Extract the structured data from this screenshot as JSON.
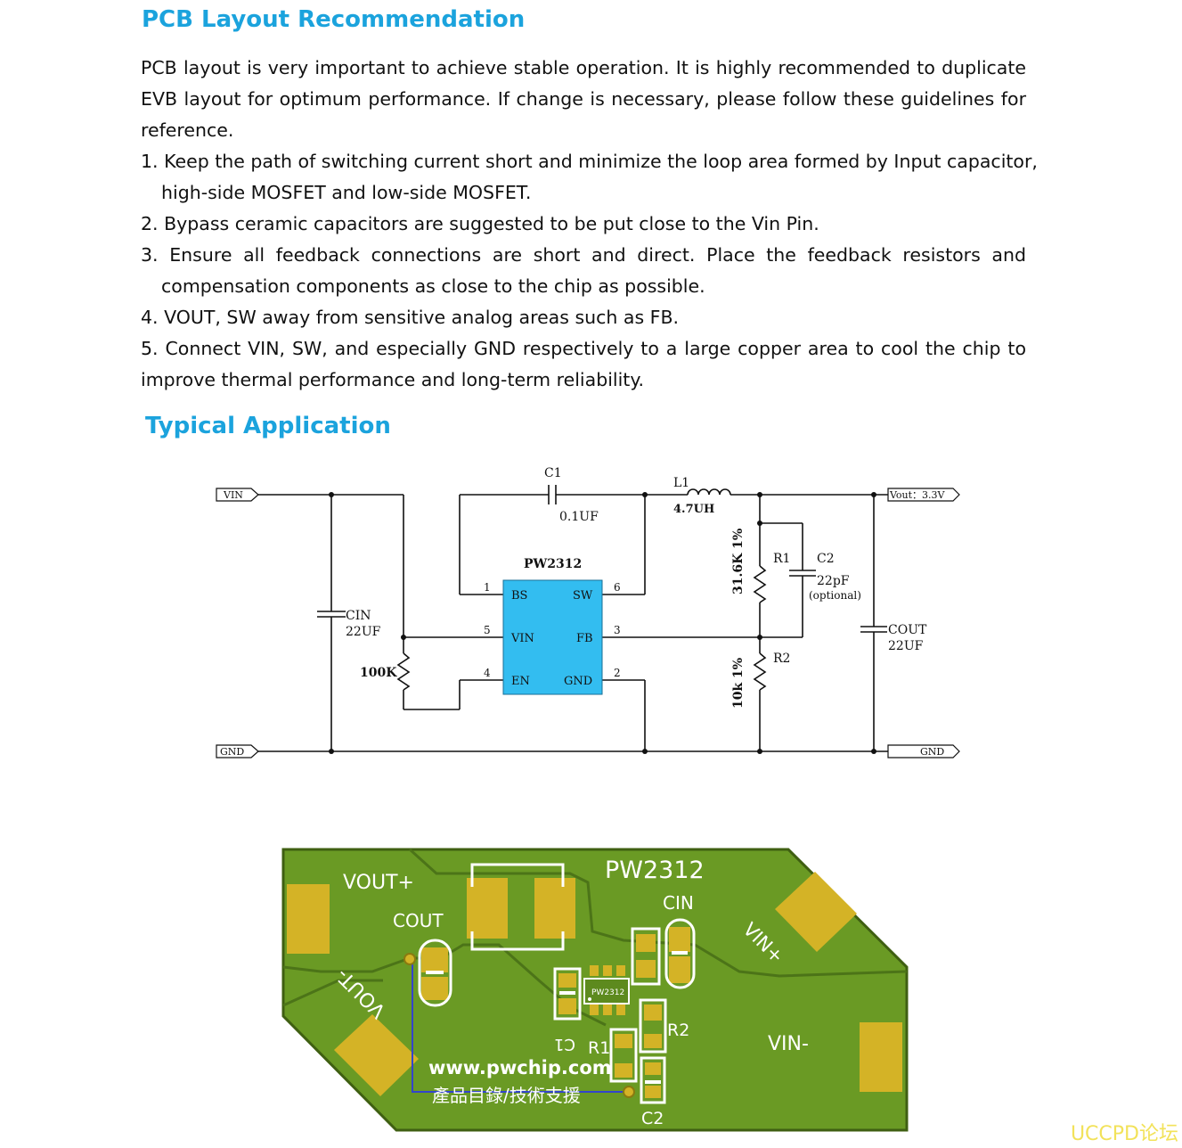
{
  "pcb_section": {
    "title": "PCB Layout Recommendation",
    "intro": "PCB layout is very important to achieve stable operation. It is highly recommended to duplicate EVB layout for optimum performance. If change is necessary, please follow these guidelines for reference.",
    "item1_line1": "1. Keep the path of switching current short and minimize the loop area formed by Input capacitor,",
    "item1_line2": "high-side MOSFET and low-side MOSFET.",
    "item2": "2. Bypass ceramic capacitors are suggested to be put close to the Vin Pin.",
    "item3_line1": "3. Ensure all feedback connections are short and direct. Place the feedback resistors and",
    "item3_line2": "compensation components as close to the chip as possible.",
    "item4": "4. VOUT, SW away from sensitive analog areas such as FB.",
    "item5": "5. Connect VIN, SW, and especially GND respectively to a large copper area to cool the chip to improve thermal performance and long-term reliability."
  },
  "application_section": {
    "title": "Typical Application"
  },
  "schematic": {
    "vin_port": "VIN",
    "gnd_port_left": "GND",
    "vout_port": "Vout：3.3V",
    "gnd_port_right": "GND",
    "c1_ref": "C1",
    "c1_value": "0.1UF",
    "l1_ref": "L1",
    "l1_value": "4.7UH",
    "chip_name": "PW2312",
    "pin_bs": "BS",
    "pin_sw": "SW",
    "pin_vin": "VIN",
    "pin_fb": "FB",
    "pin_en": "EN",
    "pin_gnd": "GND",
    "pin_num_1": "1",
    "pin_num_6": "6",
    "pin_num_5": "5",
    "pin_num_3": "3",
    "pin_num_4": "4",
    "pin_num_2": "2",
    "cin_ref": "CIN",
    "cin_value": "22UF",
    "r_en_value": "100K",
    "r1_ref": "R1",
    "r1_value": "31.6K 1%",
    "c2_ref": "C2",
    "c2_value": "22pF",
    "c2_note": "(optional)",
    "r2_ref": "R2",
    "r2_value": "10k 1%",
    "cout_ref": "COUT",
    "cout_value": "22UF"
  },
  "pcb": {
    "vout_plus": "VOUT+",
    "vout_minus": "VOUT-",
    "cout": "COUT",
    "chip_name": "PW2312",
    "cin": "CIN",
    "vin_plus": "VIN+",
    "vin_minus": "VIN-",
    "c1": "C1",
    "r1": "R1",
    "r2": "R2",
    "c2": "C2",
    "chip_mark": "PW2312",
    "website": "www.pwchip.com",
    "chinese_text": "產品目錄/技術支援",
    "board_color": "#6a9a24",
    "pad_color": "#d4b326"
  },
  "watermark": "UCCPD论坛",
  "colors": {
    "heading": "#1ba3dd",
    "chip_fill": "#33bdf0"
  }
}
